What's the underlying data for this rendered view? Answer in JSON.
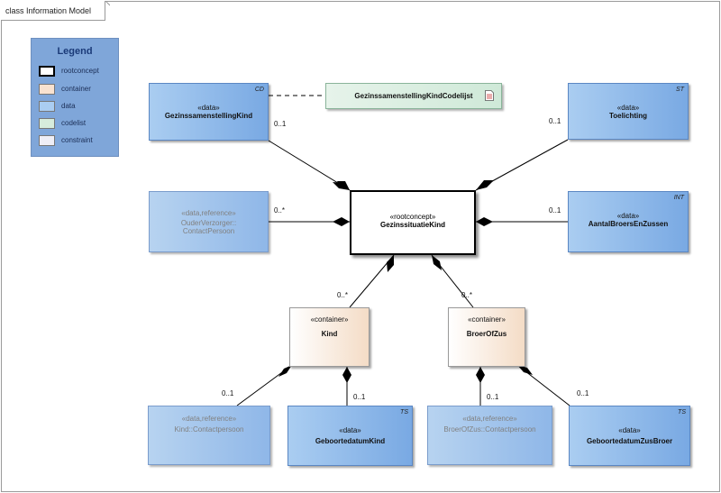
{
  "diagram": {
    "title": "class Information Model"
  },
  "legend": {
    "title": "Legend",
    "items": [
      {
        "label": "rootconcept",
        "color": "#ffffff"
      },
      {
        "label": "container",
        "color": "#f8e2d0"
      },
      {
        "label": "data",
        "color": "#aacdf1"
      },
      {
        "label": "codelist",
        "color": "#d6ecdc"
      },
      {
        "label": "constraint",
        "color": "#eeeef6"
      }
    ]
  },
  "nodes": {
    "gezinssamenstelling": {
      "stereotype": "«data»",
      "name": "GezinssamenstellingKind",
      "tag": "CD"
    },
    "codelijst": {
      "name": "GezinssamenstellingKindCodelijst"
    },
    "toelichting": {
      "stereotype": "«data»",
      "name": "Toelichting",
      "tag": "ST"
    },
    "ouder": {
      "stereotype": "«data,reference»",
      "name_line1": "OuderVerzorger::",
      "name_line2": "ContactPersoon"
    },
    "root": {
      "stereotype": "«rootconcept»",
      "name": "GezinssituatieKind"
    },
    "aantal": {
      "stereotype": "«data»",
      "name": "AantalBroersEnZussen",
      "tag": "INT"
    },
    "kind": {
      "stereotype": "«container»",
      "name": "Kind"
    },
    "broer": {
      "stereotype": "«container»",
      "name": "BroerOfZus"
    },
    "kindcontact": {
      "stereotype": "«data,reference»",
      "name": "Kind::Contactpersoon"
    },
    "geboortekind": {
      "stereotype": "«data»",
      "name": "GeboortedatumKind",
      "tag": "TS"
    },
    "broercontact": {
      "stereotype": "«data,reference»",
      "name": "BroerOfZus::Contactpersoon"
    },
    "geboortebroer": {
      "stereotype": "«data»",
      "name": "GeboortedatumZusBroer",
      "tag": "TS"
    }
  },
  "multiplicities": {
    "gezinssamenstelling": "0..1",
    "toelichting": "0..1",
    "ouder": "0..*",
    "aantal": "0..1",
    "kind": "0..*",
    "broer": "0..*",
    "kindcontact": "0..1",
    "geboortekind": "0..1",
    "broercontact": "0..1",
    "geboortebroer": "0..1"
  }
}
